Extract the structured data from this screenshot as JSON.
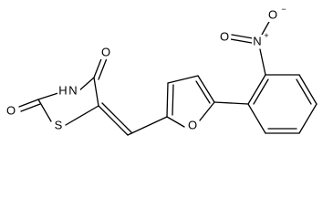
{
  "structure": {
    "atoms": {
      "o_ring_carbonyl_top": "O",
      "n_imide": "N",
      "h_imide": "H",
      "o_ring_carbonyl_left": "O",
      "s_ring": "S",
      "o_furan": "O",
      "n_nitro": "N",
      "n_plus": "+",
      "o_nitro_left": "O",
      "o_nitro_right": "O",
      "o_minus": "−"
    }
  }
}
